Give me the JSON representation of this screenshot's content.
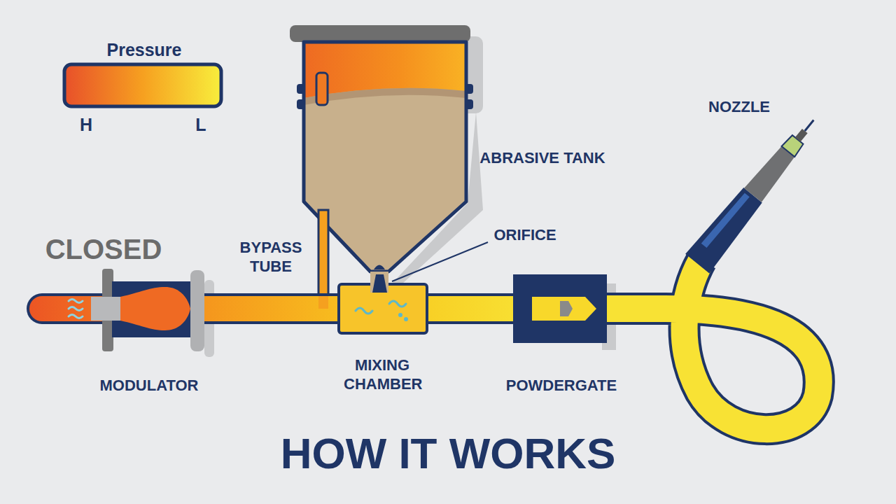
{
  "diagram": {
    "title": "HOW IT WORKS",
    "labels": [
      "Pressure",
      "H",
      "L",
      "CLOSED",
      "BYPASS TUBE",
      "ABRASIVE TANK",
      "ORIFICE",
      "NOZZLE",
      "MODULATOR",
      "MIXING CHAMBER",
      "POWDERGATE"
    ]
  }
}
